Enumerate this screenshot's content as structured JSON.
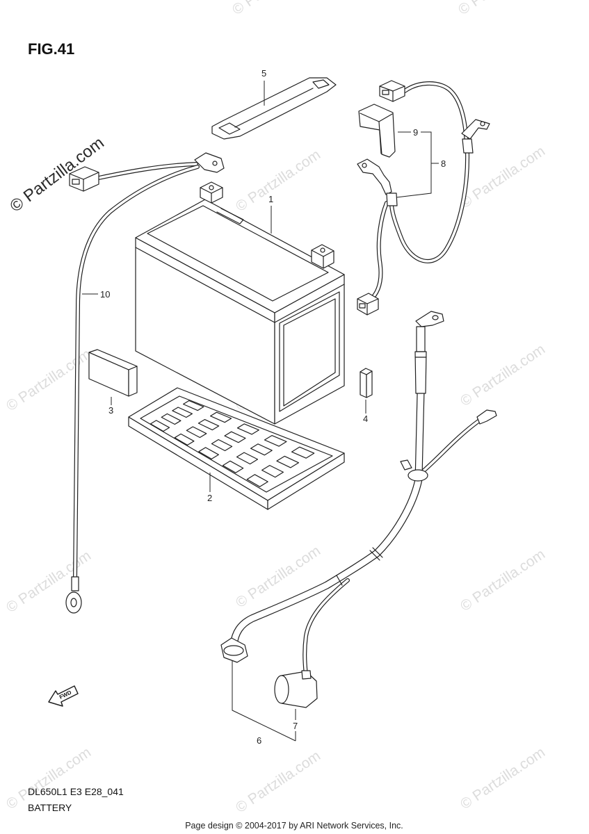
{
  "figure": {
    "title": "FIG.41",
    "code": "DL650L1 E3 E28_041",
    "name": "BATTERY"
  },
  "callouts": [
    "1",
    "2",
    "3",
    "4",
    "5",
    "6",
    "7",
    "8",
    "9",
    "10"
  ],
  "fwd_label": "FWD",
  "watermark": "© Partzilla.com",
  "footer": "Page design © 2004-2017 by ARI Network Services, Inc."
}
